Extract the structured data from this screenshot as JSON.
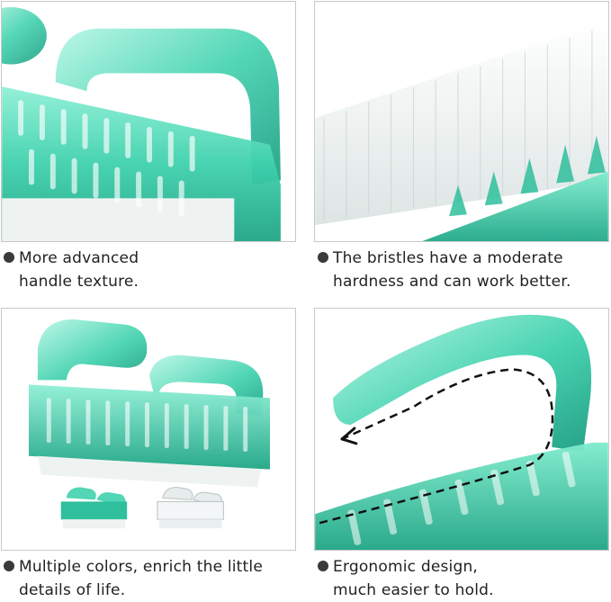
{
  "colors": {
    "brush_teal": "#35c9a6",
    "brush_teal_dark": "#1a9c80",
    "brush_teal_light": "#9ff0da",
    "bristle_white": "#f2f4f4",
    "border_gray": "#c9c9c9",
    "bullet": "#3a3a3a"
  },
  "panels": [
    {
      "image": "handle-texture-closeup",
      "caption_lines": [
        "More advanced",
        "handle texture."
      ]
    },
    {
      "image": "bristles-closeup",
      "caption_lines": [
        "The bristles have a moderate",
        "hardness and can work better."
      ]
    },
    {
      "image": "brush-color-variants",
      "caption_lines": [
        "Multiple colors, enrich the little",
        "details of life."
      ]
    },
    {
      "image": "ergonomic-handle-path",
      "caption_lines": [
        "Ergonomic design,",
        "much easier to hold."
      ]
    }
  ]
}
